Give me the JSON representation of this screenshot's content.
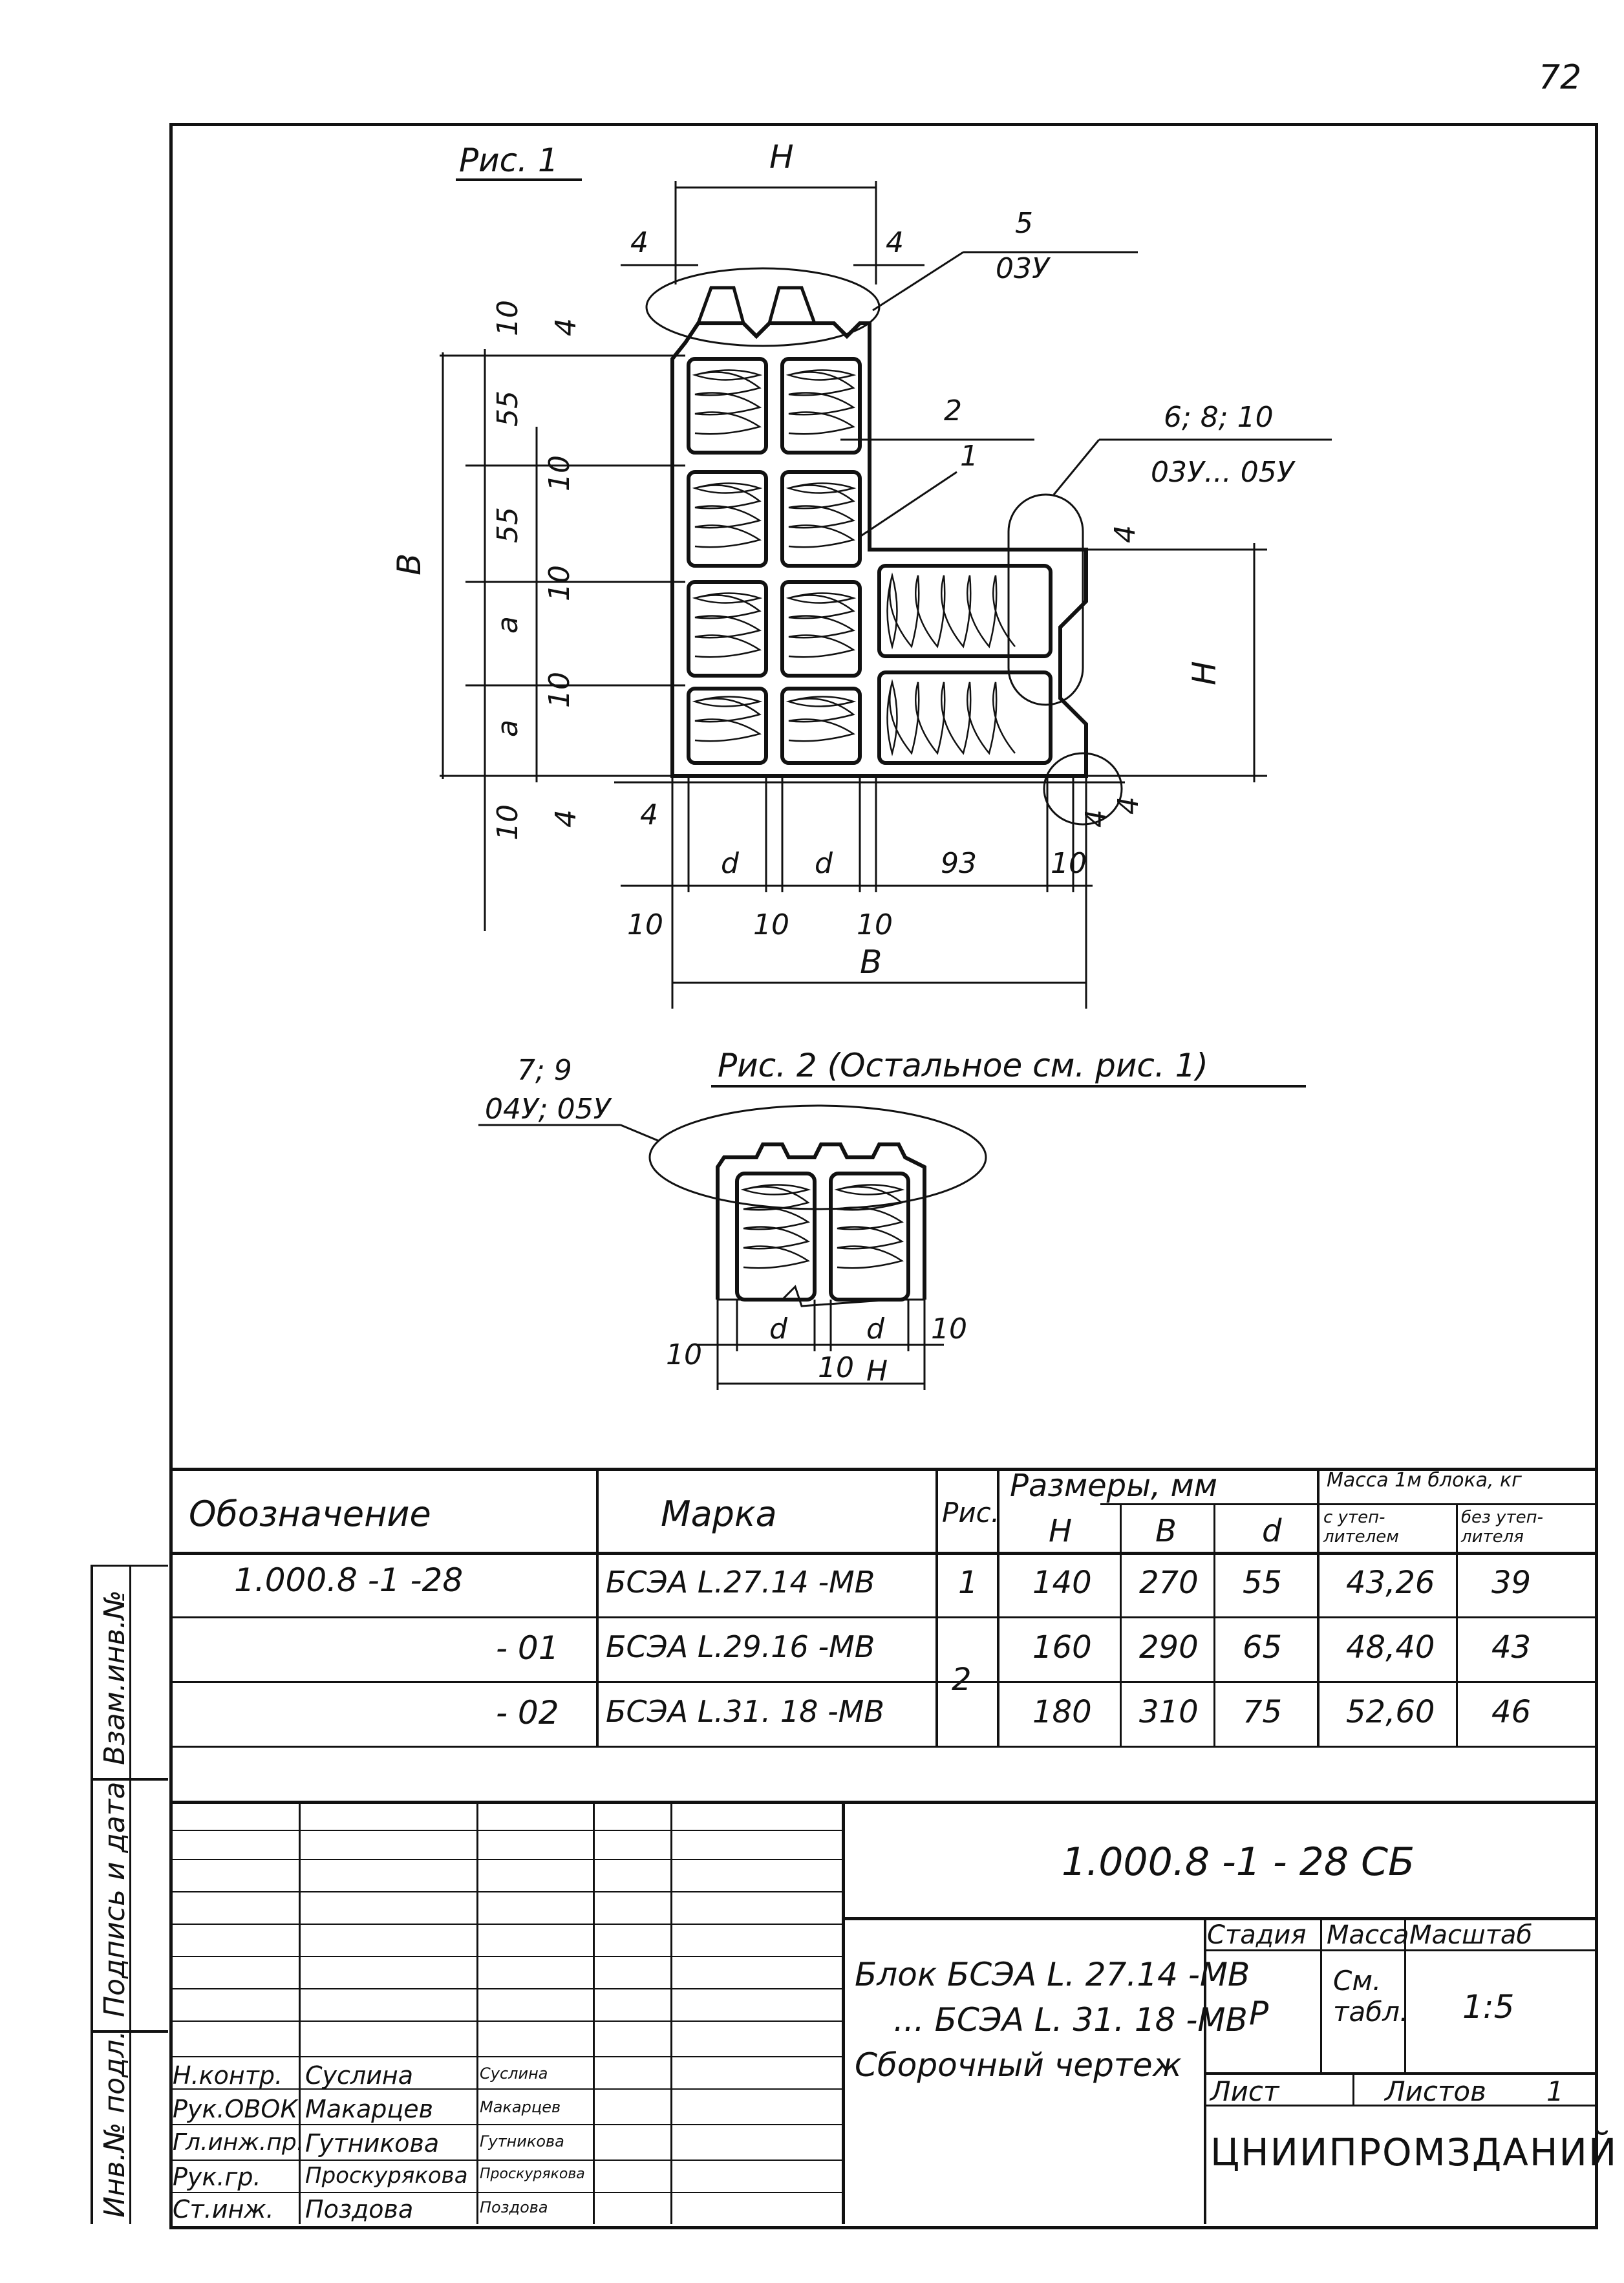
{
  "page_number": "72",
  "figure1": {
    "caption": "Рис. 1",
    "dims": {
      "h_top": "H",
      "left_4": "4",
      "right_4": "4",
      "top_10": "10",
      "r4_top": "4",
      "v55a": "55",
      "v55b": "55",
      "v10a": "10",
      "v10b": "10",
      "v10c": "10",
      "va": "a",
      "vb": "a",
      "vB": "B",
      "bottom_10": "10",
      "bottom_4a": "4",
      "bottom_4b": "4",
      "d1": "d",
      "d2": "d",
      "d93": "93",
      "d10r": "10",
      "b10a": "10",
      "b10b": "10",
      "b10c": "10",
      "bottom_B": "B",
      "right_H": "H",
      "r4a": "4",
      "r4b": "4",
      "r4c": "4"
    },
    "callout_5": {
      "number": "5",
      "code": "03У"
    },
    "callout_2": "2",
    "callout_1": "1",
    "callout_6": {
      "number": "6; 8; 10",
      "code": "03У... 05У"
    }
  },
  "figure2": {
    "caption": "Рис. 2 (Остальное см. рис. 1)",
    "callout": {
      "number": "7; 9",
      "code": "04У; 05У"
    },
    "dims": {
      "left10": "10",
      "d1": "d",
      "d2": "d",
      "right10": "10",
      "mid10": "10",
      "H": "H"
    }
  },
  "spec_table": {
    "headers": {
      "designation": "Обозначение",
      "mark": "Марка",
      "fig": "Рис.",
      "dims": "Размеры, мм",
      "H": "H",
      "B": "B",
      "d": "d",
      "mass": "Масса 1м блока, кг",
      "with_ins": "с утеп-\nлителем",
      "without_ins": "без утеп-\nлителя"
    },
    "rows": [
      {
        "designation": "1.000.8 -1 -28",
        "mark": "БСЭА L.27.14 -МВ",
        "fig": "1",
        "H": "140",
        "B": "270",
        "d": "55",
        "with": "43,26",
        "without": "39"
      },
      {
        "designation": "- 01",
        "mark": "БСЭА L.29.16 -МВ",
        "fig": "2",
        "H": "160",
        "B": "290",
        "d": "65",
        "with": "48,40",
        "without": "43"
      },
      {
        "designation": "- 02",
        "mark": "БСЭА L.31. 18 -МВ",
        "fig": "",
        "H": "180",
        "B": "310",
        "d": "75",
        "with": "52,60",
        "without": "46"
      }
    ]
  },
  "title_block": {
    "doc_code": "1.000.8 -1 - 28 СБ",
    "title_l1": "Блок   БСЭА L. 27.14 -МВ",
    "title_l2": "...  БСЭА L. 31. 18 -МВ",
    "title_l3": "Сборочный   чертеж",
    "stage_label": "Стадия",
    "mass_label": "Масса",
    "scale_label": "Масштаб",
    "stage": "Р",
    "mass": "См.\nтабл.",
    "scale": "1:5",
    "sheet_label": "Лист",
    "sheets_label": "Листов",
    "sheets": "1",
    "org": "ЦНИИПРОМЗДАНИЙ",
    "signers": [
      {
        "role": "Н.контр.",
        "name": "Суслина",
        "sign": "Суслина"
      },
      {
        "role": "Рук.ОВОК",
        "name": "Макарцев",
        "sign": "Макарцев"
      },
      {
        "role": "Гл.инж.пр.",
        "name": "Гутникова",
        "sign": "Гутникова"
      },
      {
        "role": "Рук.гр.",
        "name": "Проскурякова",
        "sign": "Проскурякова"
      },
      {
        "role": "Ст.инж.",
        "name": "Поздова",
        "sign": "Поздова"
      }
    ]
  },
  "side_stamp": {
    "inv_orig": "Инв.№ подл.",
    "sign_date": "Подпись и дата",
    "inv_repl": "Взам.инв.№"
  }
}
